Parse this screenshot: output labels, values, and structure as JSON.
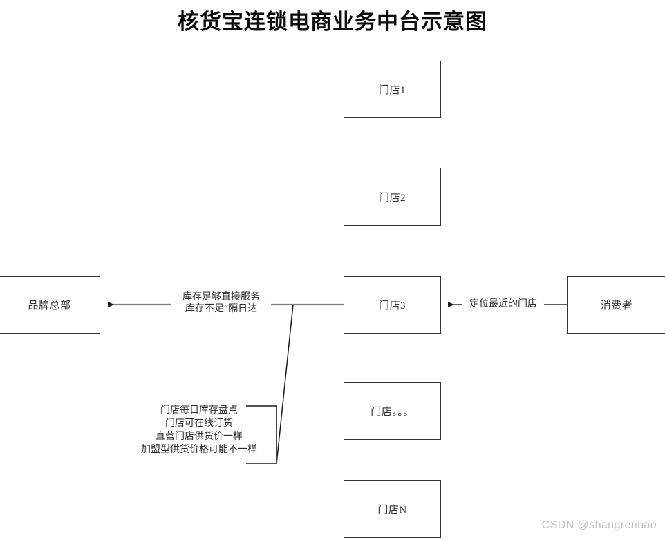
{
  "title": "核货宝连锁电商业务中台示意图",
  "nodes": {
    "store1": "门店1",
    "store2": "门店2",
    "store3": "门店3",
    "store_dots": "门店。。。",
    "store_n": "门店N",
    "headquarters": "品牌总部",
    "consumer": "消费者"
  },
  "edges": {
    "hq_label_line1": "库存足够直接服务",
    "hq_label_line2": "库存不足“隔日达",
    "consumer_label": "定位最近的门店"
  },
  "note": {
    "line1": "门店每日库存盘点",
    "line2": "门店可在线订货",
    "line3": "直营门店供货价一样",
    "line4": "加盟型供货价格可能不一样"
  },
  "watermark": "CSDN @shangrenbao",
  "colors": {
    "box_border": "#333333",
    "edge_gray": "#808080",
    "edge_black": "#1a1a1a",
    "background": "#ffffff",
    "watermark": "#c3c3c3"
  }
}
